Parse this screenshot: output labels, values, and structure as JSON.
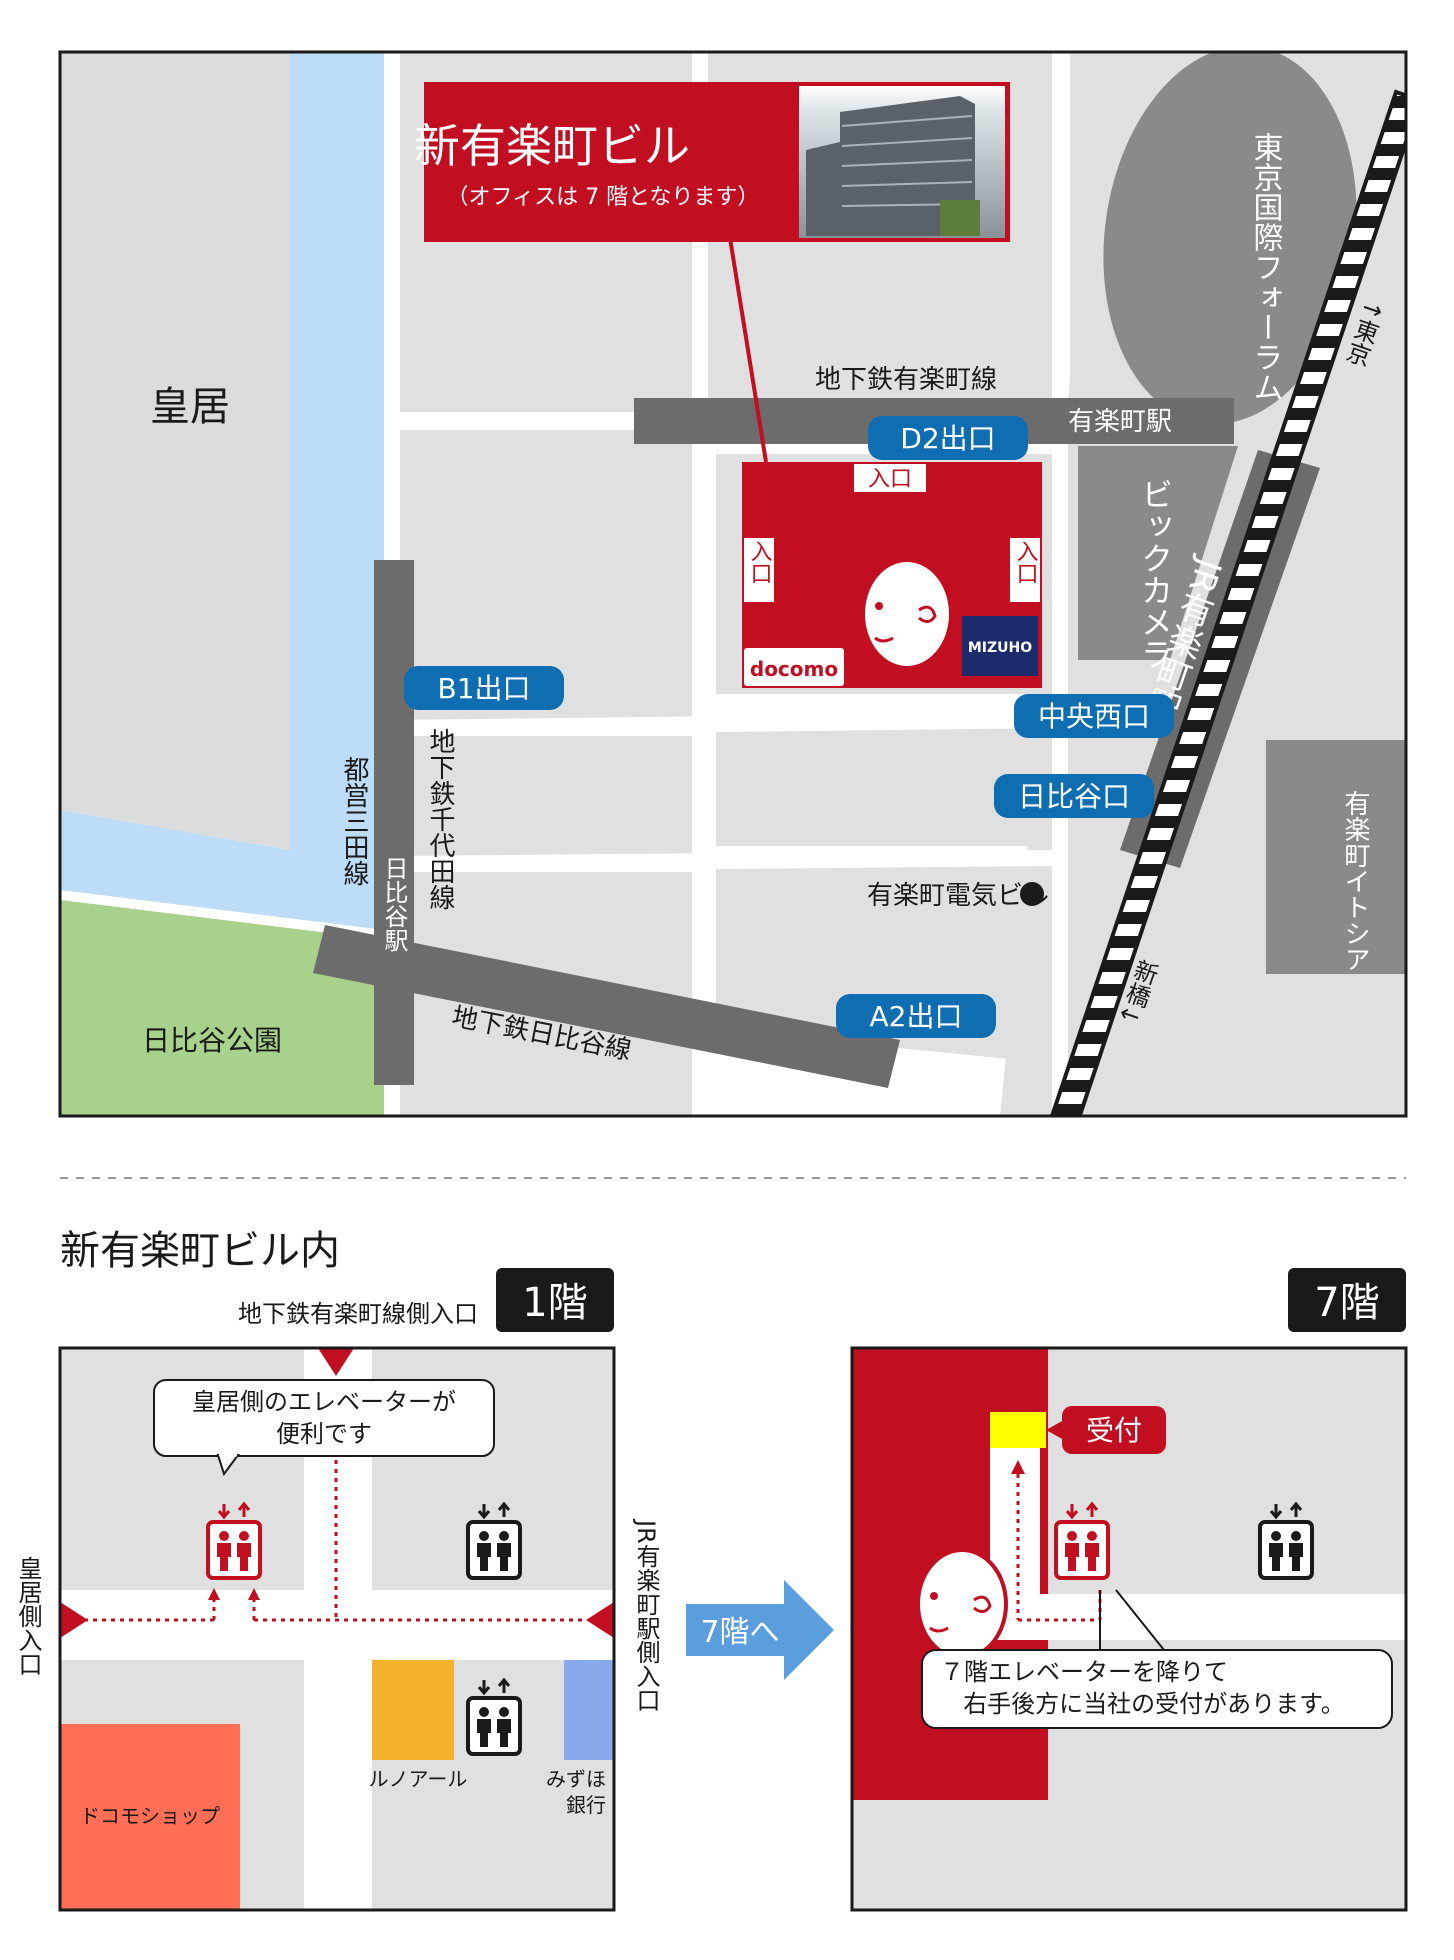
{
  "map": {
    "building": {
      "name": "新有楽町ビル",
      "note": "（オフィスは 7 階となります）",
      "entrance": "入口",
      "tenants": [
        "docomo",
        "MIZUHO"
      ]
    },
    "landmarks": {
      "imperial_palace": "皇居",
      "tokyo_forum": "東京国際フォーラム",
      "bic_camera": "ビックカメラ",
      "itocia": "有楽町イトシア",
      "hibiya_park": "日比谷公園",
      "denki_bldg": "有楽町電気ビル"
    },
    "lines": {
      "yurakucho_line": "地下鉄有楽町線",
      "yurakucho_subway_station": "有楽町駅",
      "chiyoda_line": "地下鉄千代田線",
      "mita_line": "都営三田線",
      "hibiya_line": "地下鉄日比谷線",
      "hibiya_station": "日比谷駅",
      "jr_station": "JR有楽町駅",
      "to_tokyo": "↑東京",
      "to_shinbashi": "新橋↓"
    },
    "exits": {
      "d2": "D2出口",
      "b1": "B1出口",
      "central_west": "中央西口",
      "hibiya_exit": "日比谷口",
      "a2": "A2出口"
    }
  },
  "floors": {
    "section_title": "新有楽町ビル内",
    "floor1": {
      "label": "1階",
      "subway_entrance": "地下鉄有楽町線側入口",
      "palace_entrance": "皇居側入口",
      "jr_entrance": "JR有楽町駅側入口",
      "callout": [
        "皇居側のエレベーターが",
        "便利です"
      ],
      "shops": [
        "ドコモショップ",
        "ルノアール",
        "みずほ",
        "銀行"
      ]
    },
    "arrow_label": "7階へ",
    "floor7": {
      "label": "7階",
      "reception": "受付",
      "callout": [
        "７階エレベーターを降りて",
        "右手後方に当社の受付があります。"
      ]
    }
  },
  "colors": {
    "accent_red": "#c20e21",
    "exit_blue": "#0f6db2",
    "road_gray": "#6c6c6c",
    "block_gray": "#e0e0e0",
    "water": "#bcdcf7",
    "park": "#a8d18c",
    "shop_orange": "#ff6e55",
    "cafe_yellow": "#f5b22d",
    "bank_blue": "#89a9ec",
    "reception_yellow": "#ffff00",
    "arrow_blue": "#5a9edd"
  },
  "icons": [
    "elevator-icon",
    "mascot-icon",
    "building-photo",
    "docomo-logo",
    "mizuho-logo",
    "railway-track",
    "location-dot"
  ]
}
